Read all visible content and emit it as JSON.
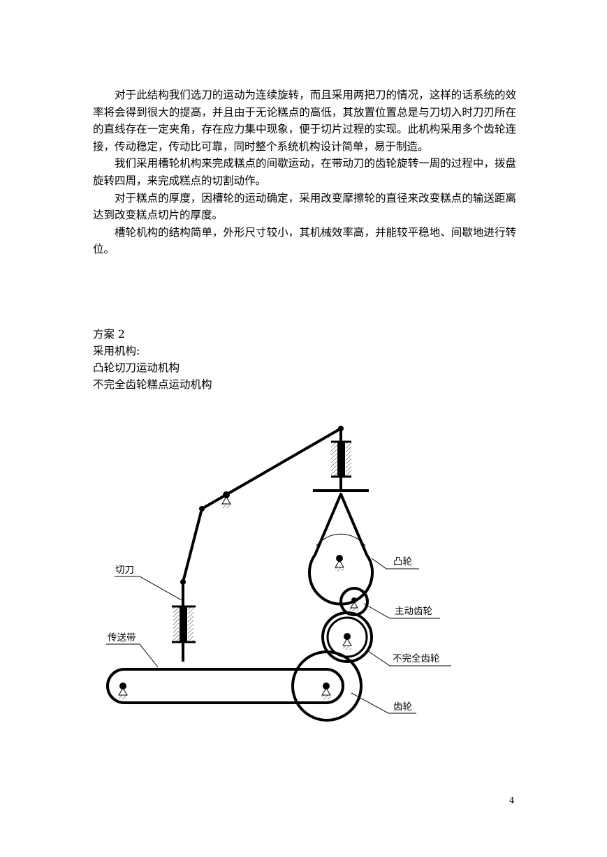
{
  "paragraphs": [
    "对于此结构我们选刀的运动为连续旋转，而且采用两把刀的情况，这样的话系统的效率将会得到很大的提高，并且由于无论糕点的高低，其放置位置总是与刀切入时刀刃所在的直线存在一定夹角，存在应力集中现象，便于切片过程的实现。此机构采用多个齿轮连接，传动稳定，传动比可靠，同时整个系统机构设计简单，易于制造。",
    "我们采用槽轮机构来完成糕点的间歇运动，在带动刀的齿轮旋转一周的过程中，拨盘旋转四周，来完成糕点的切割动作。",
    "对于糕点的厚度，因槽轮的运动确定，采用改变摩擦轮的直径来改变糕点的输送距离达到改变糕点切片的厚度。",
    "槽轮机构的结构简单，外形尺寸较小，其机械效率高，并能较平稳地、间歇地进行转位。"
  ],
  "section": {
    "title": "方案 2",
    "mechanism_heading": "采用机构:",
    "mechanisms": [
      "凸轮切刀运动机构",
      "不完全齿轮糕点运动机构"
    ]
  },
  "figure_labels": {
    "cutter": "切刀",
    "conveyor": "传送带",
    "cam": "凸轮",
    "driving_gear": "主动齿轮",
    "incomplete_gear": "不完全齿轮",
    "gear": "齿轮"
  },
  "page_number": "4"
}
